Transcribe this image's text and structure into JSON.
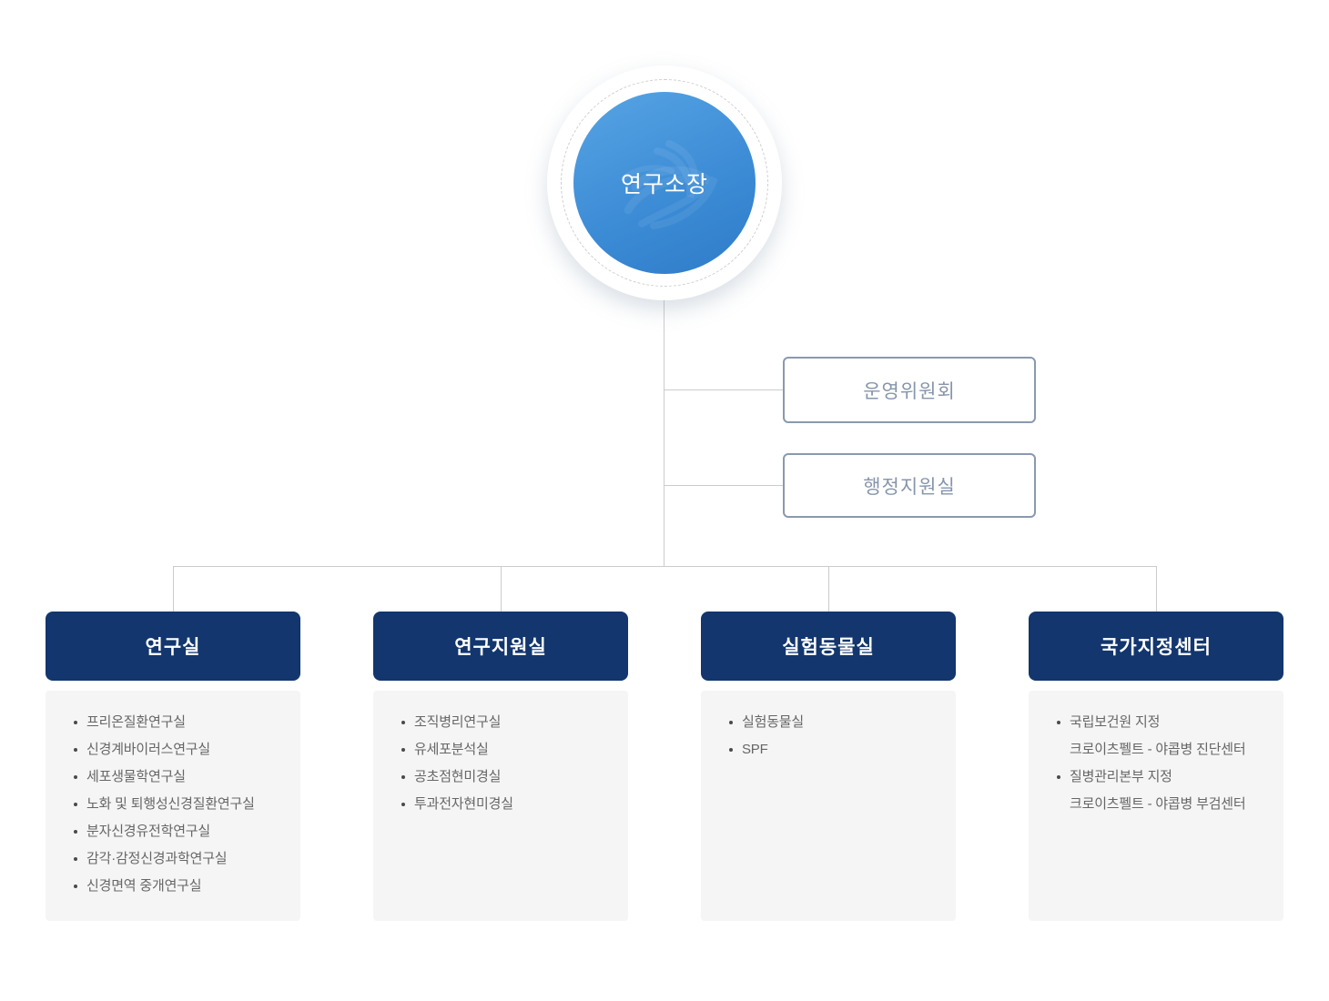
{
  "root_node": {
    "label": "연구소장"
  },
  "committee_boxes": [
    {
      "label": "운영위원회"
    },
    {
      "label": "행정지원실"
    }
  ],
  "columns": [
    {
      "title": "연구실",
      "items": [
        "프리온질환연구실",
        "신경계바이러스연구실",
        "세포생물학연구실",
        "노화 및 퇴행성신경질환연구실",
        "분자신경유전학연구실",
        "감각·감정신경과학연구실",
        "신경면역 중개연구실"
      ]
    },
    {
      "title": "연구지원실",
      "items": [
        "조직병리연구실",
        "유세포분석실",
        "공초점현미경실",
        "투과전자현미경실"
      ]
    },
    {
      "title": "실험동물실",
      "items": [
        "실험동물실",
        "SPF"
      ]
    },
    {
      "title": "국가지정센터",
      "items": [
        "국립보건원 지정",
        "크로이츠펠트 - 야콥병 진단센터",
        "질병관리본부 지정",
        "크로이츠펠트 - 야콥병 부검센터"
      ],
      "continuation_line_indexes": [
        1,
        3
      ]
    }
  ],
  "colors": {
    "header_navy": "#12366d",
    "circle_blue_light": "#57a5e4",
    "circle_blue_dark": "#2e7cc8",
    "box_border_slate": "#8a99ae",
    "box_text_slate": "#8695ab",
    "connector_gray": "#cccccc",
    "panel_background": "#f5f5f6",
    "list_text_gray": "#666666"
  }
}
